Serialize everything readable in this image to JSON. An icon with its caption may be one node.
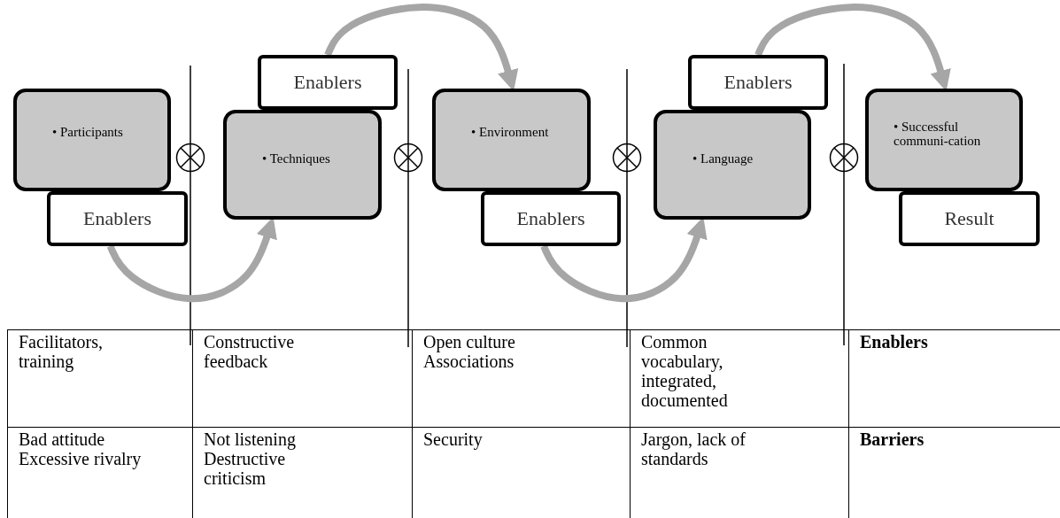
{
  "diagram": {
    "nodes": [
      {
        "text": [
          "• Participants"
        ]
      },
      {
        "text": [
          "Enablers"
        ]
      },
      {
        "text": [],
        "shape": "circle"
      },
      {
        "text": [
          "• Techniques"
        ]
      },
      {
        "text": [
          "Enablers"
        ]
      },
      {
        "text": [],
        "shape": "circle"
      },
      {
        "text": [
          "• Environment"
        ]
      },
      {
        "text": [
          "Enablers"
        ]
      },
      {
        "text": [],
        "shape": "circle"
      },
      {
        "text": [
          "• Language"
        ]
      },
      {
        "text": [
          "Enablers"
        ]
      },
      {
        "text": [],
        "shape": "circle"
      },
      {
        "text": [
          "• Successful communi-cation"
        ]
      },
      {
        "text": [
          "Result"
        ]
      }
    ],
    "edges": [
      {
        "from": 1,
        "to": 3,
        "arrow": "to"
      },
      {
        "from": 4,
        "to": 6,
        "arrow": "to"
      },
      {
        "from": 7,
        "to": 9,
        "arrow": "to"
      },
      {
        "from": 10,
        "to": 12,
        "arrow": "to"
      }
    ],
    "labels": [
      "Facilitators, training",
      "Constructive feedback",
      "Open culture Associations",
      "Common vocabulary, integrated, documented",
      "Enablers",
      "Bad attitude Excessive rivalry",
      "Not listening Destructive criticism",
      "Security",
      "Jargon, lack of standards",
      "Barriers"
    ]
  }
}
